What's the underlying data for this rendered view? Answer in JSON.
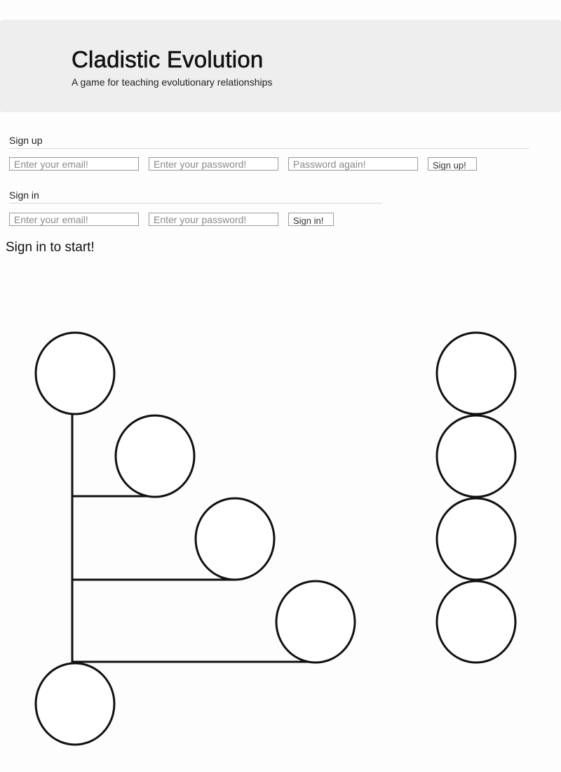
{
  "header": {
    "title": "Cladistic Evolution",
    "subtitle": "A game for teaching evolutionary relationships"
  },
  "signup": {
    "legend": "Sign up",
    "email_placeholder": "Enter your email!",
    "password_placeholder": "Enter your password!",
    "password_again_placeholder": "Password again!",
    "button_label": "Sign up!"
  },
  "signin": {
    "legend": "Sign in",
    "email_placeholder": "Enter your email!",
    "password_placeholder": "Enter your password!",
    "button_label": "Sign in!"
  },
  "status": {
    "message": "Sign in to start!"
  },
  "board": {
    "line_color": "#111111",
    "tree_slots": 5,
    "pool_slots": 4
  }
}
